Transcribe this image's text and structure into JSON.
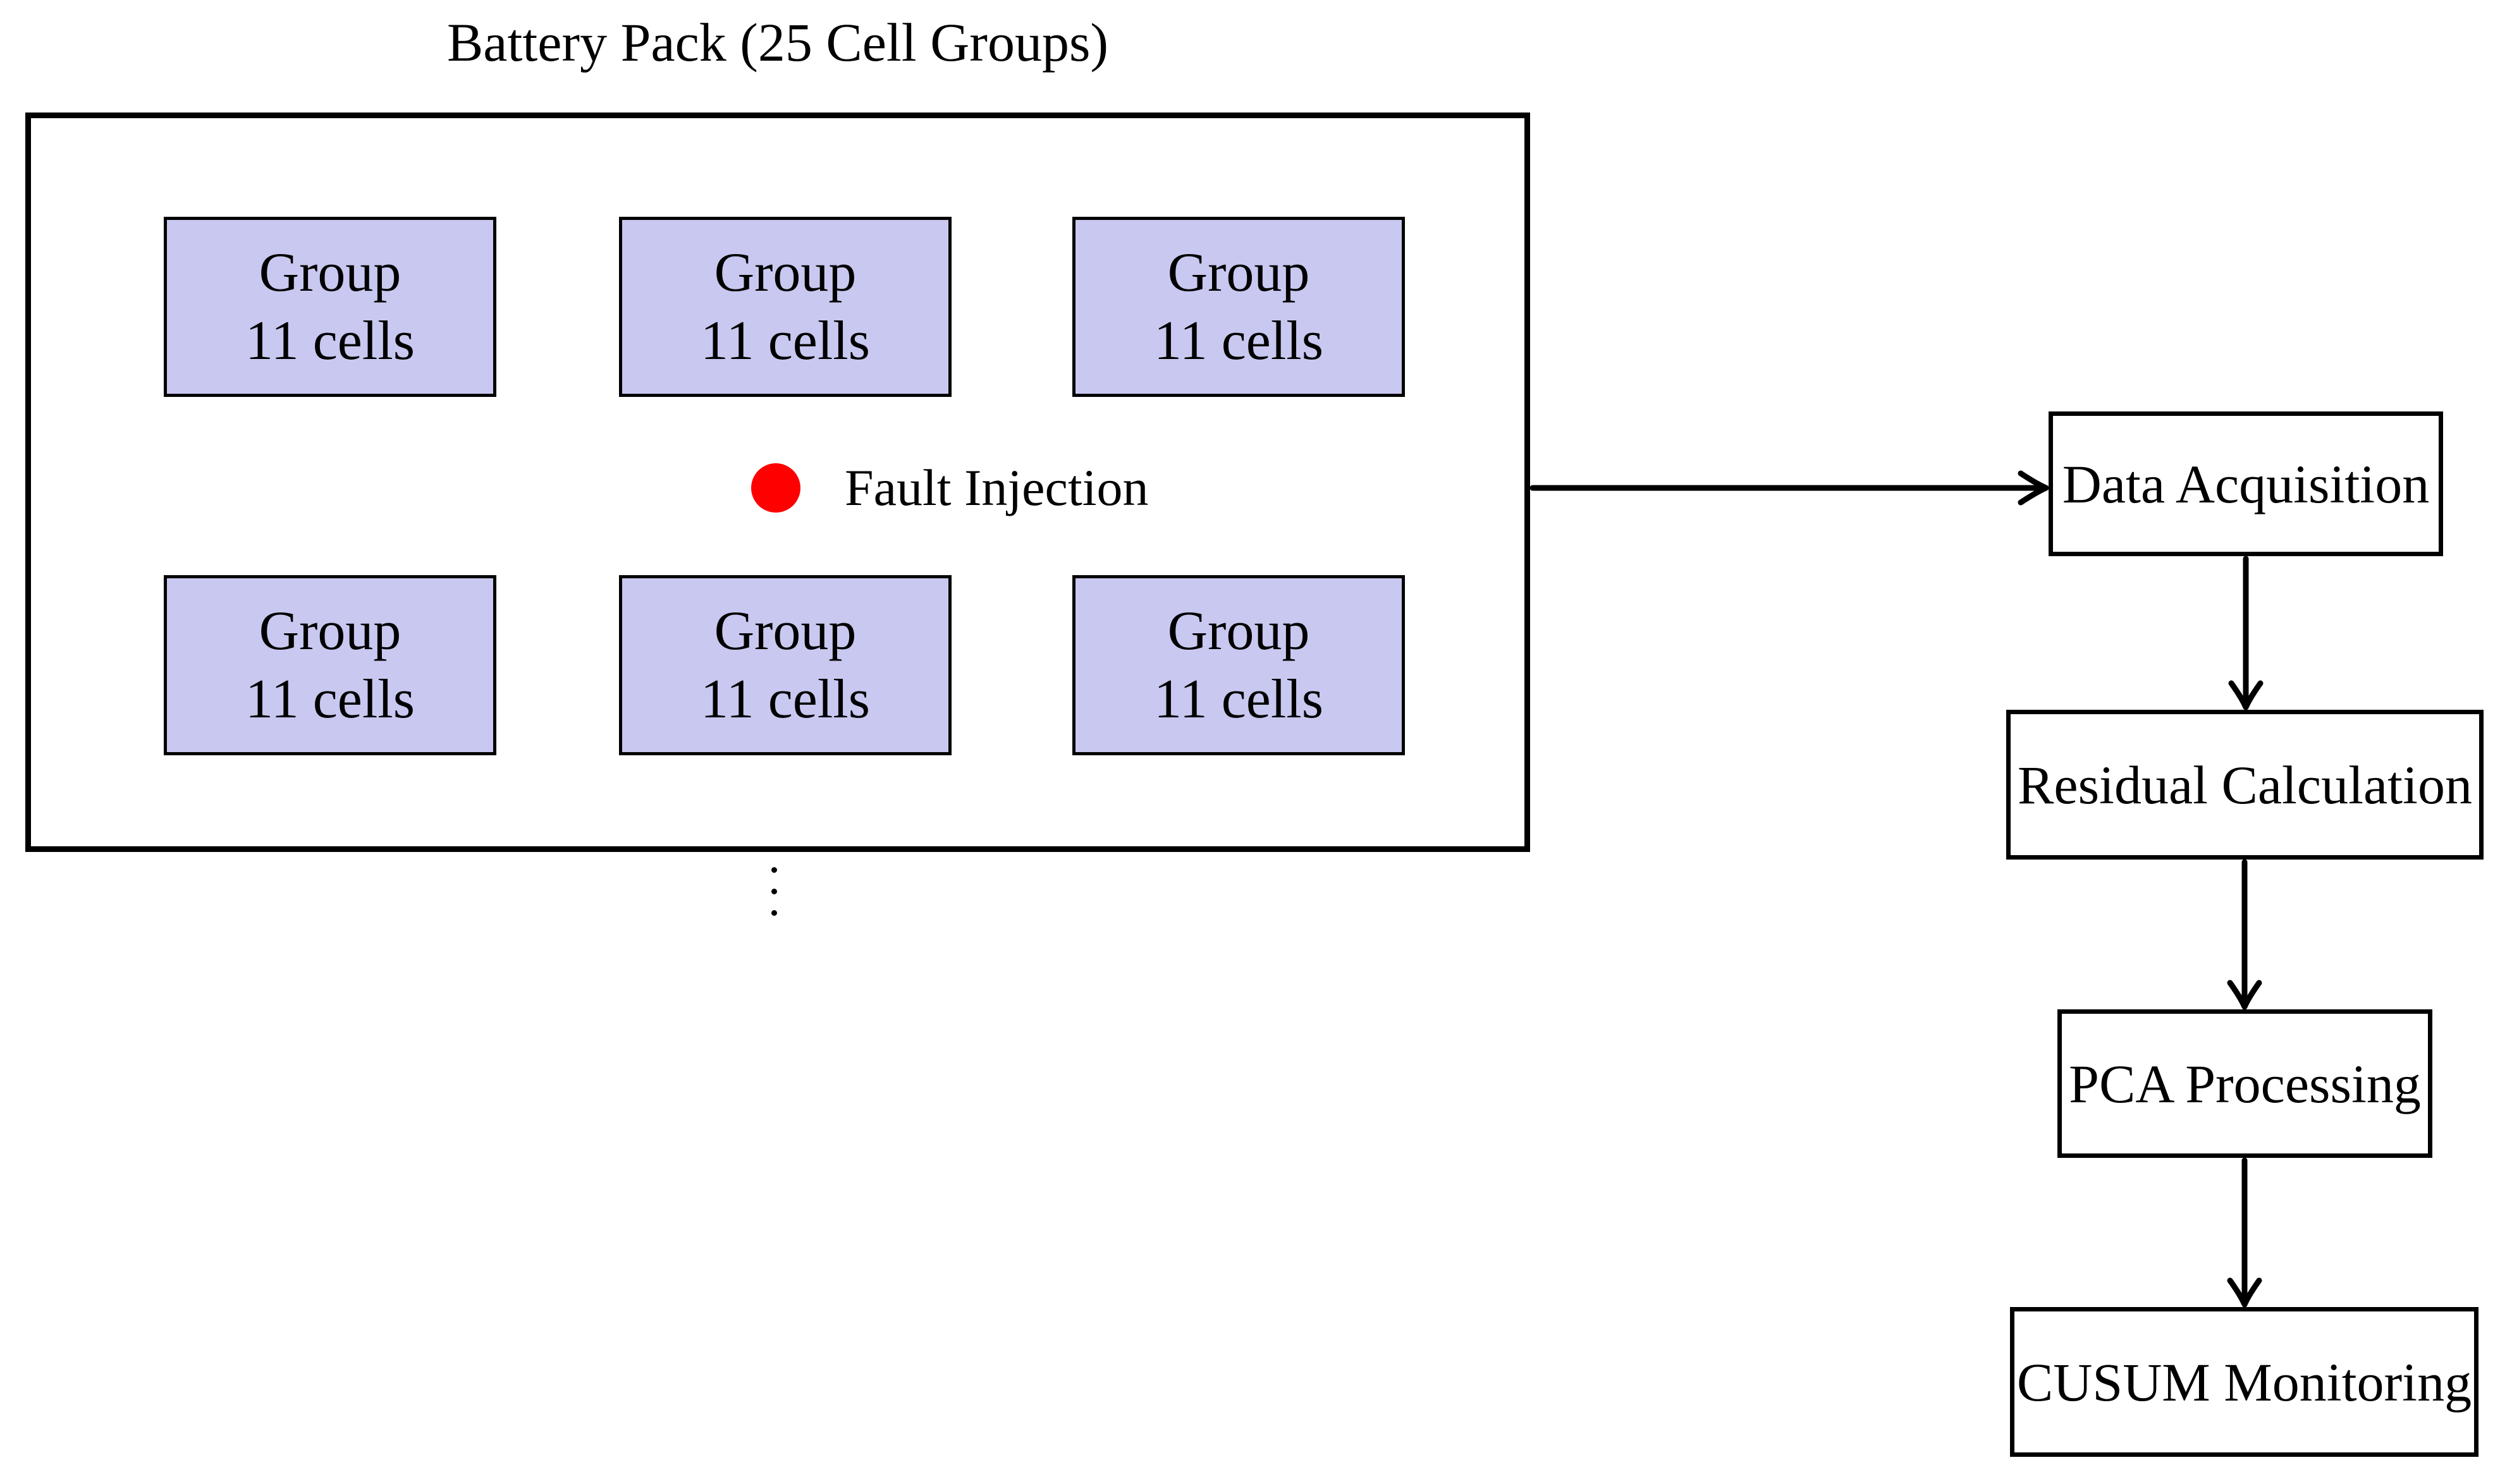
{
  "title": "Battery Pack (25 Cell Groups)",
  "pack": {
    "groups": [
      {
        "name": "Group",
        "size": "11 cells"
      },
      {
        "name": "Group",
        "size": "11 cells"
      },
      {
        "name": "Group",
        "size": "11 cells"
      },
      {
        "name": "Group",
        "size": "11 cells"
      },
      {
        "name": "Group",
        "size": "11 cells"
      },
      {
        "name": "Group",
        "size": "11 cells"
      }
    ],
    "fault": {
      "label": "Fault Injection"
    }
  },
  "flow": {
    "steps": [
      {
        "label": "Data Acquisition"
      },
      {
        "label": "Residual Calculation"
      },
      {
        "label": "PCA Processing"
      },
      {
        "label": "CUSUM Monitoring"
      }
    ]
  },
  "icons": {
    "fault_dot": "red-circle",
    "more_groups": "vertical-ellipsis"
  },
  "colors": {
    "group_fill": "#C8C8F0",
    "fault_dot": "#FF0000",
    "stroke": "#000000",
    "step_fill": "#FFFFFF",
    "background": "#FFFFFF"
  }
}
